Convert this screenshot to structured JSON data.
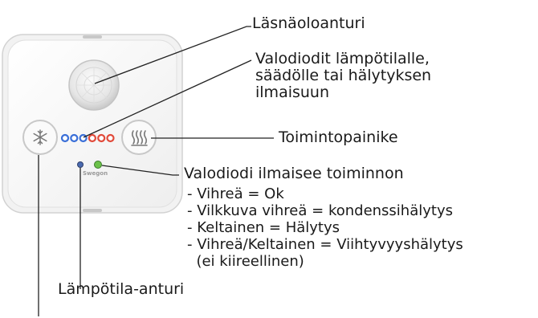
{
  "labels": {
    "presence_sensor": "Läsnäoloanturi",
    "leds_line1": "Valodiodit lämpötilalle,",
    "leds_line2": "säädölle tai hälytyksen",
    "leds_line3": "ilmaisuun",
    "function_button": "Toimintopainike",
    "function_led_title": "Valodiodi ilmaisee toiminnon",
    "temperature_sensor": "Lämpötila-anturi"
  },
  "function_led_states": [
    "- Vihreä = Ok",
    "- Vilkkuva vihreä = kondenssihälytys",
    "- Keltainen = Hälytys",
    "- Vihreä/Keltainen = Viihtyvyyshälytys",
    "  (ei kiireellinen)"
  ],
  "device": {
    "brand_text": "Swegon",
    "led_colors": [
      "#3a6fd8",
      "#3a6fd8",
      "#3a6fd8",
      "#e14a3a",
      "#e14a3a",
      "#e14a3a"
    ],
    "status_led_color": "#6cc24a",
    "temp_sensor_color": "#4a6ab0",
    "left_button_icon": "snowflake-icon",
    "right_button_icon": "heat-waves-icon"
  }
}
